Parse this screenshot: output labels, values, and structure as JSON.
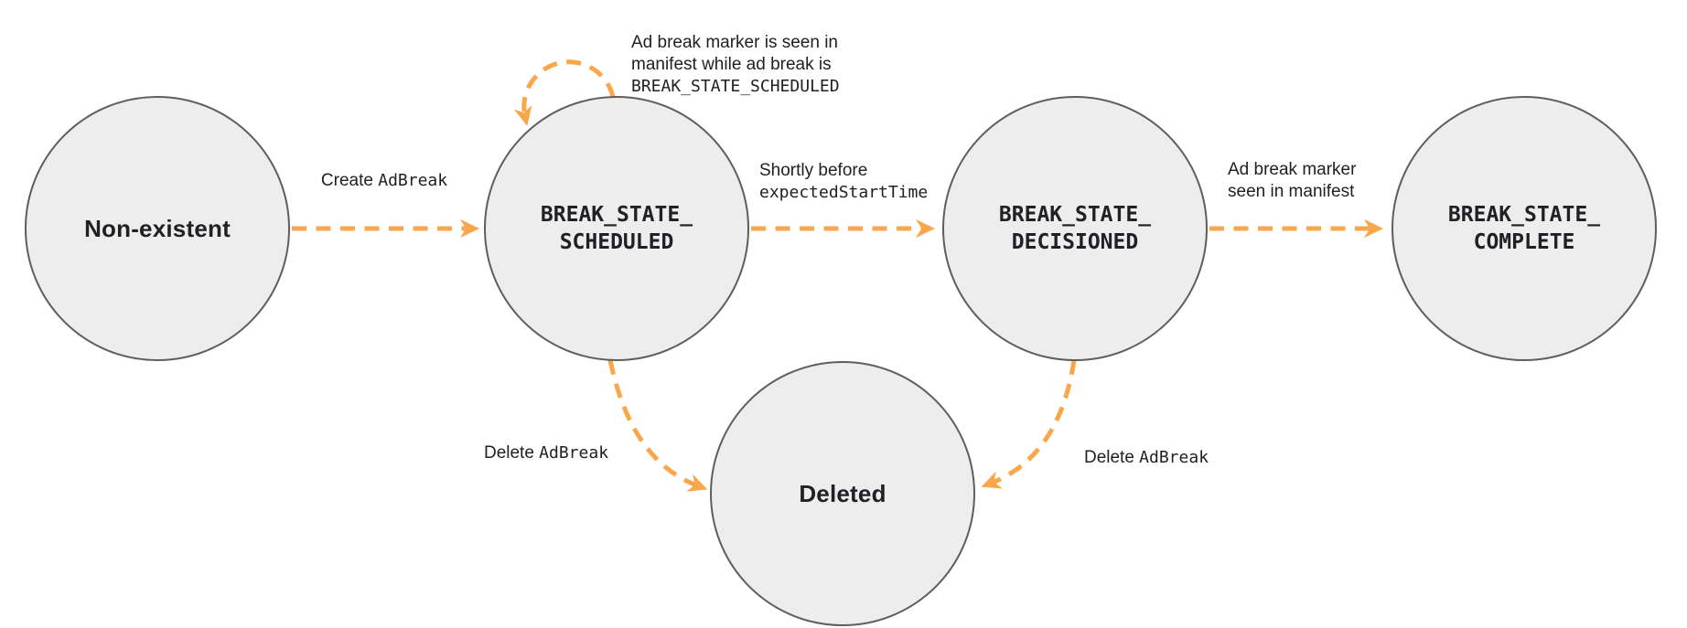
{
  "colors": {
    "arrow": "#FAA64B",
    "node_fill": "#EDEDED",
    "node_border": "#5E5E5E",
    "text": "#202124"
  },
  "nodes": [
    {
      "id": "non-existent",
      "label": "Non-existent"
    },
    {
      "id": "break-state-scheduled",
      "line1": "BREAK_STATE_",
      "line2": "SCHEDULED"
    },
    {
      "id": "break-state-decisioned",
      "line1": "BREAK_STATE_",
      "line2": "DECISIONED"
    },
    {
      "id": "break-state-complete",
      "line1": "BREAK_STATE_",
      "line2": "COMPLETE"
    },
    {
      "id": "deleted",
      "label": "Deleted"
    }
  ],
  "edges": {
    "create": {
      "sans": "Create",
      "mono": "AdBreak"
    },
    "self_loop": {
      "line1": "Ad break marker is seen in",
      "line2": "manifest while ad break is",
      "line3_mono": "BREAK_STATE_SCHEDULED"
    },
    "shortly_before": {
      "line1_sans": "Shortly before",
      "line2_mono": "expectedStartTime"
    },
    "marker_seen": {
      "line1": "Ad break marker",
      "line2": "seen in manifest"
    },
    "delete_from_scheduled": {
      "sans": "Delete",
      "mono": "AdBreak"
    },
    "delete_from_decisioned": {
      "sans": "Delete",
      "mono": "AdBreak"
    }
  }
}
